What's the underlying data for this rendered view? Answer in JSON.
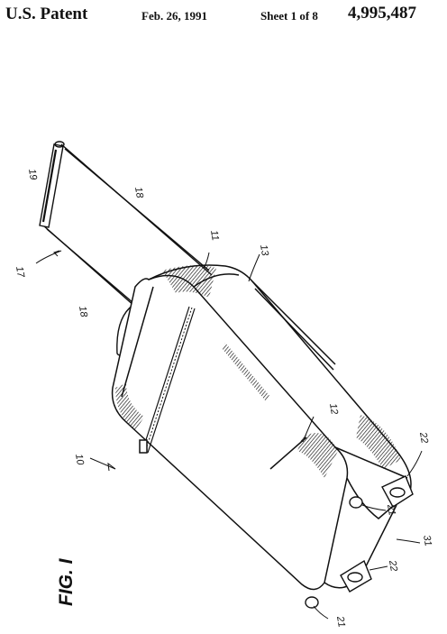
{
  "header": {
    "office": "U.S. Patent",
    "date": "Feb. 26, 1991",
    "sheet": "Sheet 1 of 8",
    "patent_number": "4,995,487"
  },
  "figure": {
    "title": "FIG. I",
    "labels": {
      "l10": "10",
      "l11": "11",
      "l12": "12",
      "l13": "13",
      "l17": "17",
      "l18a": "18",
      "l18b": "18",
      "l19": "19",
      "l21a": "21",
      "l21b": "21",
      "l22a": "22",
      "l22b": "22",
      "l31": "31"
    }
  }
}
